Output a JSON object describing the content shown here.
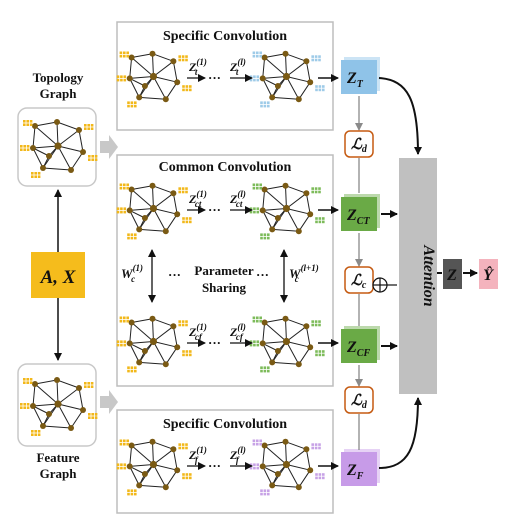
{
  "panels": {
    "specific_top": {
      "title": "Specific Convolution",
      "z_in": "Z",
      "sub_in": "t",
      "sup_in": "(1)",
      "z_out": "Z",
      "sub_out": "t",
      "sup_out": "(l)"
    },
    "common": {
      "title": "Common Convolution",
      "row1": {
        "z_in": "Z",
        "sub_in": "ct",
        "sup_in": "(1)",
        "z_out": "Z",
        "sub_out": "ct",
        "sup_out": "(l)"
      },
      "row2": {
        "z_in": "Z",
        "sub_in": "cf",
        "sup_in": "(1)",
        "z_out": "Z",
        "sub_out": "cf",
        "sup_out": "(l)"
      },
      "w_left": "W",
      "w_left_sub": "c",
      "w_left_sup": "(1)",
      "w_right": "W",
      "w_right_sub": "c",
      "w_right_sup": "(l+1)",
      "param_sharing_line1": "Parameter",
      "param_sharing_line2": "Sharing"
    },
    "specific_bottom": {
      "title": "Specific Convolution",
      "z_in": "Z",
      "sub_in": "f",
      "sup_in": "(1)",
      "z_out": "Z",
      "sub_out": "f",
      "sup_out": "(l)"
    }
  },
  "inputs": {
    "topology_line1": "Topology",
    "topology_line2": "Graph",
    "feature_line1": "Feature",
    "feature_line2": "Graph",
    "ax_label": "A, X"
  },
  "outputs": {
    "zt": {
      "z": "Z",
      "sub": "T"
    },
    "zct": {
      "z": "Z",
      "sub": "CT"
    },
    "zcf": {
      "z": "Z",
      "sub": "CF"
    },
    "zf": {
      "z": "Z",
      "sub": "F"
    },
    "ld_top": {
      "l": "ℒ",
      "sub": "d"
    },
    "lc": {
      "l": "ℒ",
      "sub": "c"
    },
    "ld_bottom": {
      "l": "ℒ",
      "sub": "d"
    },
    "attention": "Attention",
    "z_final": "Z",
    "y_hat": "Ŷ"
  },
  "ellipsis": "···",
  "colors": {
    "node": "#7a5a14",
    "feat_yellow": "#f2b81a",
    "feat_blue": "#9ecbe8",
    "feat_green": "#7dbb5a",
    "feat_purple": "#c7a2e6",
    "zt": "#8fc3e8",
    "zct": "#6aaa46",
    "zcf": "#6aaa46",
    "zf": "#c79be8",
    "ax": "#f5bc1c",
    "attention": "#c0c0c0",
    "z_final": "#555555",
    "y_hat": "#f4b3bd",
    "loss_border": "#c55a11"
  }
}
